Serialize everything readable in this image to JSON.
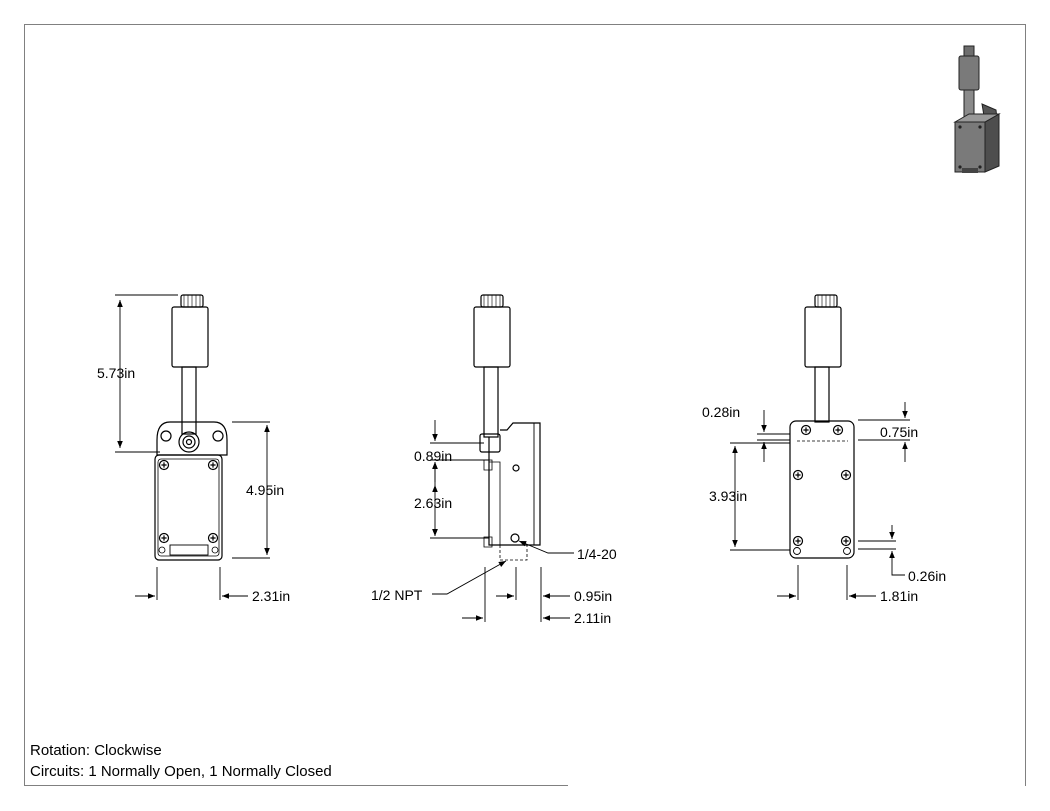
{
  "views": {
    "front": {
      "overall_height": "5.73in",
      "body_height": "4.95in",
      "width": "2.31in"
    },
    "side": {
      "upper_offset": "0.89in",
      "hole_spacing": "2.63in",
      "mount_thread": "1/4-20",
      "conduit": "1/2 NPT",
      "depth_a": "0.95in",
      "depth_b": "2.11in"
    },
    "rear": {
      "top_inset_left": "0.28in",
      "top_inset_right": "0.75in",
      "hole_spacing": "3.93in",
      "bottom_inset": "0.26in",
      "width": "1.81in"
    }
  },
  "notes": {
    "rotation": "Rotation: Clockwise",
    "circuits": "Circuits: 1 Normally Open, 1 Normally Closed"
  }
}
